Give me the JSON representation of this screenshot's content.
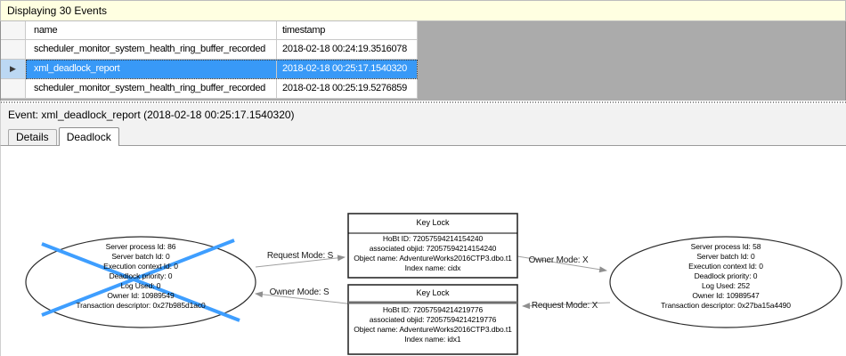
{
  "events_panel": {
    "header": "Displaying 30 Events",
    "columns": {
      "name": "name",
      "timestamp": "timestamp"
    },
    "selected_row_marker": "▶",
    "rows": [
      {
        "name": "scheduler_monitor_system_health_ring_buffer_recorded",
        "timestamp": "2018-02-18 00:24:19.3516078"
      },
      {
        "name": "xml_deadlock_report",
        "timestamp": "2018-02-18 00:25:17.1540320"
      },
      {
        "name": "scheduler_monitor_system_health_ring_buffer_recorded",
        "timestamp": "2018-02-18 00:25:19.5276859"
      }
    ]
  },
  "event_bar": {
    "text": "Event: xml_deadlock_report (2018-02-18 00:25:17.1540320)"
  },
  "tabs": {
    "details": "Details",
    "deadlock": "Deadlock"
  },
  "deadlock_graph": {
    "process_left": {
      "victim": true,
      "lines": [
        "Server process Id: 86",
        "Server batch Id: 0",
        "Execution context Id: 0",
        "Deadlock priority: 0",
        "Log Used: 0",
        "Owner Id: 10989549",
        "Transaction descriptor: 0x27b985d1ac0"
      ]
    },
    "process_right": {
      "victim": false,
      "lines": [
        "Server process Id: 58",
        "Server batch Id: 0",
        "Execution context Id: 0",
        "Deadlock priority: 0",
        "Log Used: 252",
        "Owner Id: 10989547",
        "Transaction descriptor: 0x27ba15a4490"
      ]
    },
    "resource_top": {
      "title": "Key Lock",
      "lines": [
        "HoBt ID: 72057594214154240",
        "associated objid: 72057594214154240",
        "Object name: AdventureWorks2016CTP3.dbo.t1",
        "Index name: cidx"
      ]
    },
    "resource_bottom": {
      "title": "Key Lock",
      "lines": [
        "HoBt ID: 72057594214219776",
        "associated objid: 72057594214219776",
        "Object name: AdventureWorks2016CTP3.dbo.t1",
        "Index name: idx1"
      ]
    },
    "edges": {
      "request_s": "Request Mode: S",
      "owner_s": "Owner Mode: S",
      "owner_x": "Owner Mode: X",
      "request_x": "Request Mode: X"
    },
    "colors": {
      "victim_cross": "#3E9EFF",
      "selection": "#3899F7",
      "header_bar": "#FFFFE1",
      "grid_filler": "#ABABAB",
      "edge_line": "#A0A0A0"
    }
  }
}
